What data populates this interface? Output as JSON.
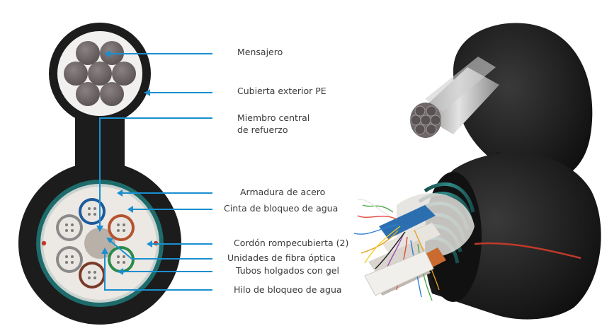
{
  "labels": {
    "messenger": "Mensajero",
    "outer_sheath": "Cubierta exterior PE",
    "central_member_line1": "Miembro central",
    "central_member_line2": "de refuerzo",
    "steel_armor": "Armadura de acero",
    "water_blocking_tape": "Cinta de bloqueo de agua",
    "ripcord": "Cordón rompecubierta (2)",
    "fiber_units": "Unidades de fibra óptica",
    "loose_tubes_gel": "Tubos holgados con gel",
    "water_blocking_yarn": "Hilo de bloqueo de agua"
  },
  "colors": {
    "leader_line": "#1a8fd0",
    "sheath": "#1c1c1c",
    "messenger_wire": "#6f6767",
    "armor": "#1e6b6b",
    "tape": "#e8e3dd",
    "tube_blue": "#1d5a9c",
    "tube_orange": "#b5532e",
    "tube_green": "#2a8a4a",
    "tube_brown": "#7a3a2a",
    "tube_gray": "#8a8a8a",
    "central_member": "#b9b1a8",
    "ripcord": "#c0392b"
  }
}
